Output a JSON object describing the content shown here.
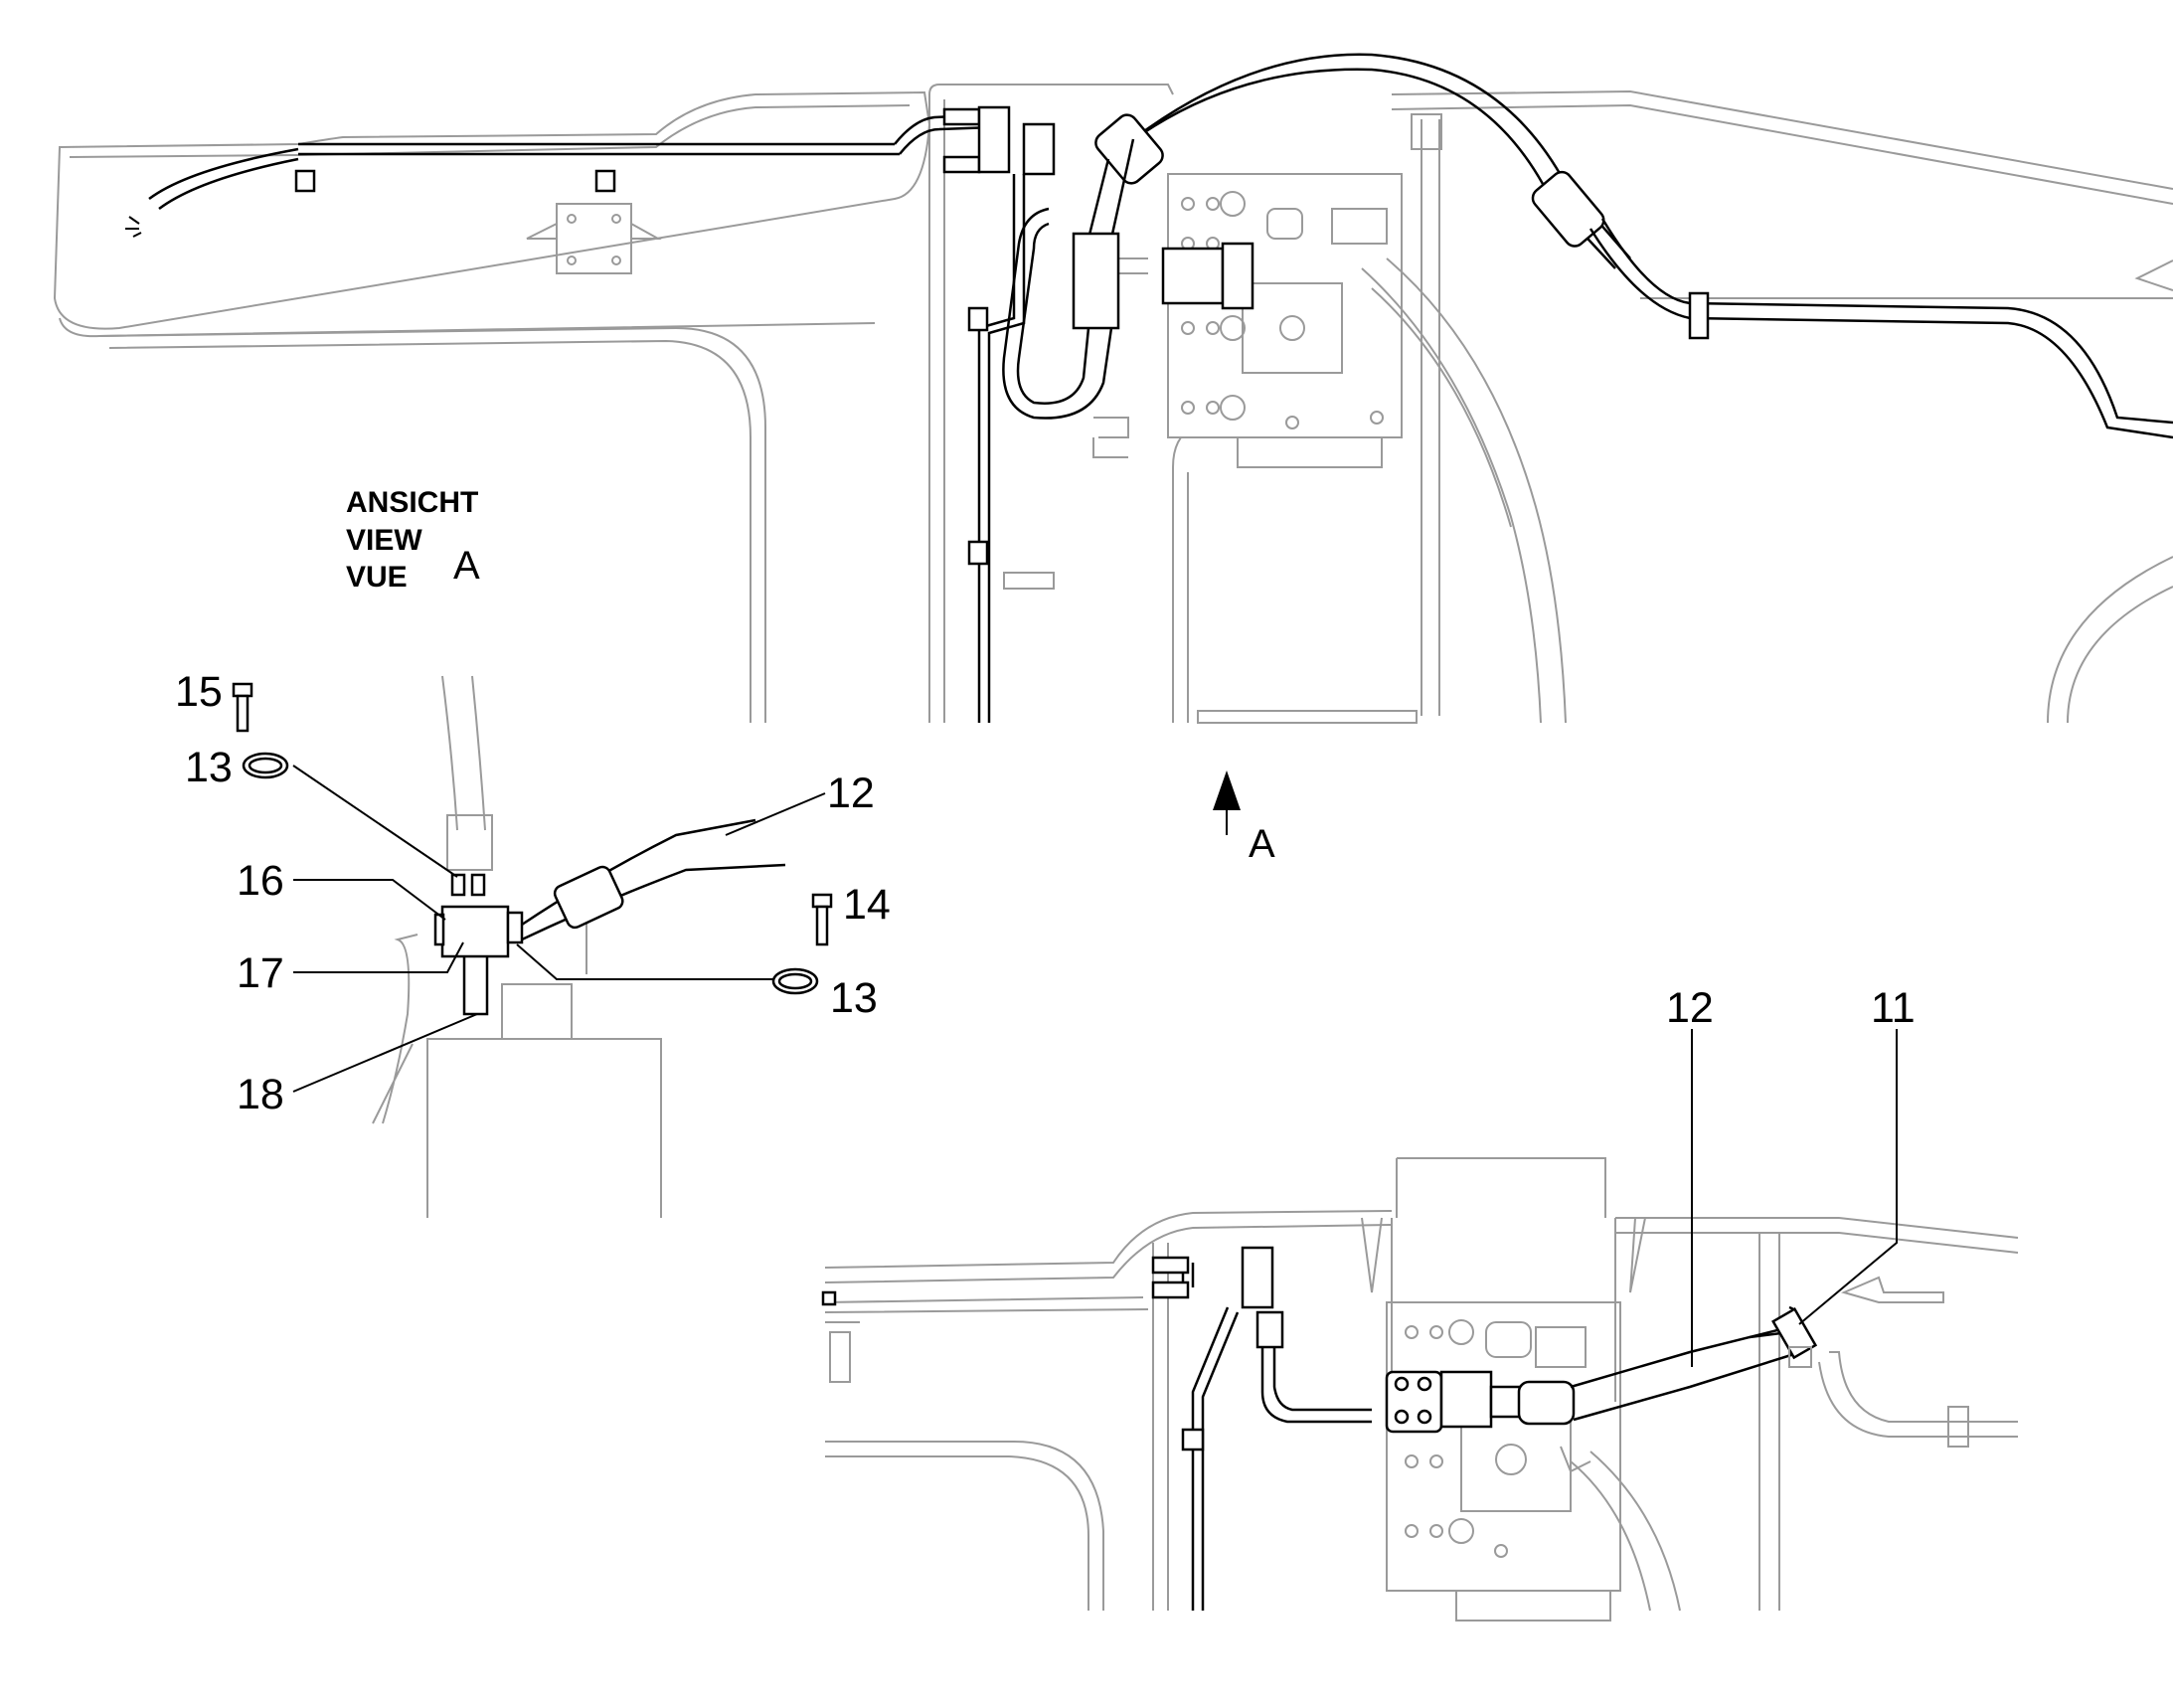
{
  "view_label": {
    "lines": [
      "ANSICHT",
      "VIEW",
      "VUE"
    ],
    "letter": "A"
  },
  "arrow_label": "A",
  "callouts": {
    "c15": "15",
    "c13_top": "13",
    "c12_top": "12",
    "c16": "16",
    "c14": "14",
    "c17": "17",
    "c13_bottom": "13",
    "c18": "18",
    "c12_bottom": "12",
    "c11": "11"
  },
  "colors": {
    "ink": "#000000",
    "background_lines": "#9a9a9a"
  }
}
